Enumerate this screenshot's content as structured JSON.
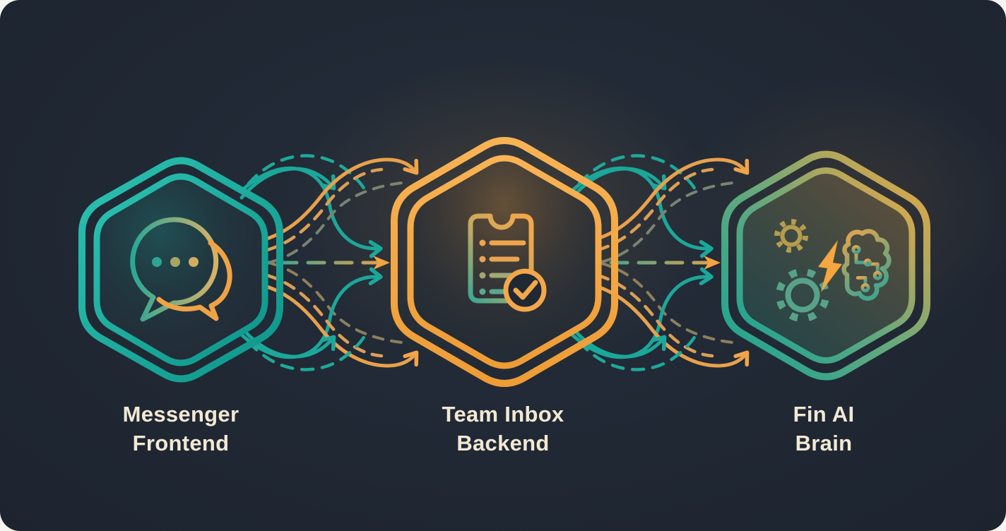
{
  "canvas": {
    "background_color": "#202834",
    "outer_background": "#f7f5f1",
    "label_text_color": "#f2e9d3"
  },
  "accents": {
    "teal": "#14a89b",
    "orange": "#f3a648",
    "cream": "#f2e9d3",
    "dashed_gray_green": "#7a8472",
    "dashed_gray_tan": "#8d7f5e"
  },
  "nodes": [
    {
      "label": "Messenger Frontend",
      "icon": "chat-bubbles-icon",
      "accent": "teal",
      "border_style": "double hexagon outline"
    },
    {
      "label": "Team Inbox Backend",
      "icon": "checklist-clipboard-icon",
      "accent": "orange",
      "border_style": "double hexagon outline"
    },
    {
      "label": "Fin AI Brain",
      "icon": "gears-brain-icon",
      "accent": "teal-to-orange gradient",
      "border_style": "double hexagon outline"
    }
  ],
  "connections": [
    {
      "from": "Messenger Frontend",
      "to": "Team Inbox Backend",
      "direction": "left-to-right",
      "arrows": [
        "dashed-teal-arc-top",
        "solid-teal-arc-top",
        "solid-teal-s-curve-upper",
        "solid-orange-curve-upper",
        "dashed-orange-curve-upper",
        "gray-dashed-curve-upper",
        "center-dashed-gradient-arrow",
        "gray-dashed-curve-lower",
        "solid-teal-s-curve-lower",
        "solid-orange-curve-lower",
        "dashed-orange-curve-lower",
        "solid-teal-arc-bottom",
        "dashed-teal-arc-bottom"
      ]
    },
    {
      "from": "Team Inbox Backend",
      "to": "Fin AI Brain",
      "direction": "left-to-right",
      "arrows": [
        "dashed-teal-arc-top",
        "solid-teal-arc-top",
        "solid-teal-s-curve-upper",
        "solid-orange-curve-upper",
        "dashed-orange-curve-upper",
        "gray-dashed-curve-upper",
        "center-dashed-gradient-arrow",
        "gray-dashed-curve-lower",
        "solid-teal-s-curve-lower",
        "solid-orange-curve-lower",
        "dashed-orange-curve-lower",
        "solid-teal-arc-bottom",
        "dashed-teal-arc-bottom"
      ]
    }
  ]
}
